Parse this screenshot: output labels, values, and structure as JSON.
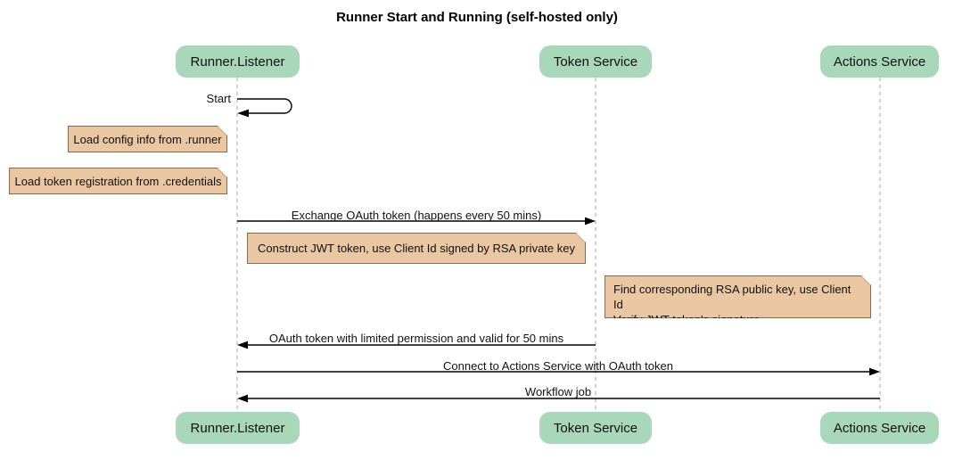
{
  "title": "Runner Start and Running (self-hosted only)",
  "participants": [
    {
      "id": "runner-listener",
      "label": "Runner.Listener"
    },
    {
      "id": "token-service",
      "label": "Token Service"
    },
    {
      "id": "actions-service",
      "label": "Actions Service"
    }
  ],
  "messages": [
    {
      "label": "Start",
      "from": "runner-listener",
      "to": "runner-listener",
      "type": "self"
    },
    {
      "label": "Exchange OAuth token (happens every 50 mins)",
      "from": "runner-listener",
      "to": "token-service",
      "type": "solid-arrow"
    },
    {
      "label": "OAuth token with limited permission and valid for 50 mins",
      "from": "token-service",
      "to": "runner-listener",
      "type": "solid-arrow"
    },
    {
      "label": "Connect to Actions Service with OAuth token",
      "from": "runner-listener",
      "to": "actions-service",
      "type": "solid-arrow"
    },
    {
      "label": "Workflow job",
      "from": "actions-service",
      "to": "runner-listener",
      "type": "solid-arrow"
    }
  ],
  "notes": [
    {
      "text": "Load config info from .runner",
      "position": "left of runner-listener"
    },
    {
      "text": "Load token registration from .credentials",
      "position": "left of runner-listener"
    },
    {
      "text": "Construct JWT token, use Client Id signed by RSA private key",
      "position": "over runner-listener/token-service gap"
    },
    {
      "lines": [
        "Find corresponding RSA public key, use Client Id",
        "Verify JWT token's signature"
      ],
      "position": "over token-service/actions-service gap"
    }
  ],
  "colors": {
    "participant_fill": "#A9D7B9",
    "note_fill": "#EAC7A2",
    "note_border": "#8A6A4E",
    "lifeline": "#A6A6A6",
    "arrow": "#000000",
    "background": "#FFFFFF"
  }
}
